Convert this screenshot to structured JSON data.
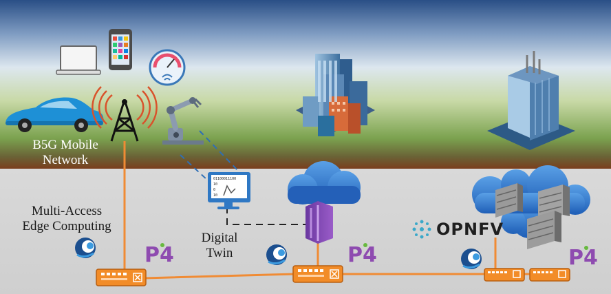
{
  "labels": {
    "mobile_network_line1": "B5G Mobile",
    "mobile_network_line2": "Network",
    "mec_line1": "Multi-Access",
    "mec_line2": "Edge Computing",
    "digital_twin_line1": "Digital",
    "digital_twin_line2": "Twin",
    "opnfv_logo": "OPNFV",
    "p4_logo": "P4",
    "monitor_code_line1": "01100011100",
    "monitor_code_line2": "10",
    "monitor_code_line3": "0",
    "monitor_code_line4": "10"
  },
  "colors": {
    "link_orange": "#f08b34",
    "dt_link_blue": "#2f6fb5",
    "cloud_blue": "#2f6fc6",
    "container_purple": "#7e46b3",
    "p4_purple": "#8e4bb0",
    "p4_green": "#67b93e",
    "sky_top": "#2a4f86",
    "grass": "#5c8a3c",
    "ground_gray": "#d6d6d6"
  },
  "icons": [
    "laptop-icon",
    "smartphone-icon",
    "gauge-sensor-icon",
    "electric-car-icon",
    "cell-tower-icon",
    "robot-arm-icon",
    "city-buildings-icon",
    "office-building-icon",
    "cloud-icon",
    "container-icon",
    "server-rack-icon",
    "edge-switch-icon",
    "p4-logo",
    "opnfv-logo",
    "mec-logo-icon",
    "monitor-icon"
  ]
}
